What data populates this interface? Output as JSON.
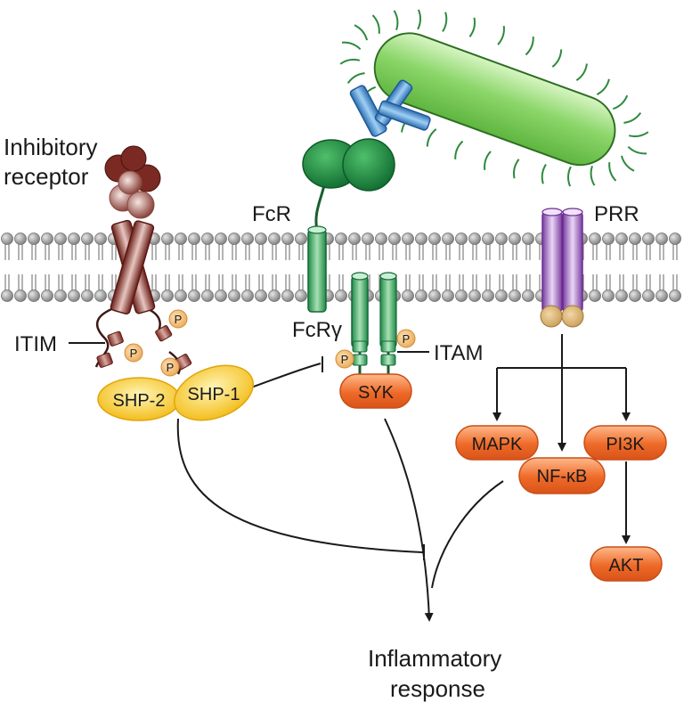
{
  "labels": {
    "inhibitory_receptor_line1": "Inhibitory",
    "inhibitory_receptor_line2": "receptor",
    "fcr": "FcR",
    "prr": "PRR",
    "fcr_gamma": "FcRγ",
    "itim": "ITIM",
    "itam": "ITAM",
    "inflammatory_line1": "Inflammatory",
    "inflammatory_line2": "response"
  },
  "phospho": "P",
  "enzymes": {
    "shp2": "SHP-2",
    "shp1": "SHP-1",
    "syk": "SYK",
    "mapk": "MAPK",
    "nfkb": "NF-κB",
    "pi3k": "PI3K",
    "akt": "AKT"
  },
  "colors": {
    "membrane_head": "#9a9a9a",
    "bacterium": "#8cd66a",
    "fcr_green": "#1f8a45",
    "antibody_blue": "#3a8fd6",
    "receptor_brown": "#8a2a22",
    "prr_purple": "#9a5bbf",
    "phosphatase_yellow": "#f5c518",
    "kinase_orange": "#ee6a28",
    "phospho_tan": "#f6c27a"
  }
}
